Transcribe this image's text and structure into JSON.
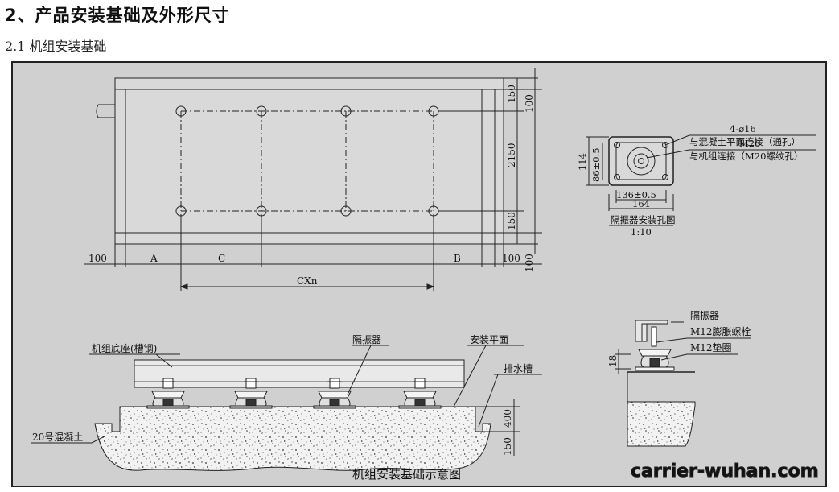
{
  "heading": "2、产品安装基础及外形尺寸",
  "subheading": "2.1 机组安装基础",
  "plan_view": {
    "dims_top": [
      "100",
      "A",
      "C",
      "B",
      "100"
    ],
    "dim_total": "CXn",
    "dims_right": [
      "150",
      "2150",
      "150"
    ],
    "dim_right_outer_top": "100",
    "dim_right_outer_bottom": "100"
  },
  "isolator_detail": {
    "hole_spec": "4-⌀16",
    "hole_desc": "与混凝土平面连接（通孔）",
    "bolt_spec": "M20",
    "bolt_desc": "与机组连接（M20螺纹孔）",
    "dim_height_outer": "114",
    "dim_height_inner": "86±0.5",
    "dim_width_inner": "136±0.5",
    "dim_width_outer": "164",
    "title": "隔振器安装孔图",
    "scale": "1:10"
  },
  "section_view": {
    "label_base": "机组底座(槽钢)",
    "label_isolator": "隔振器",
    "label_surface": "安装平面",
    "label_drain": "排水槽",
    "label_concrete": "20号混凝土",
    "dim_400": "400",
    "dim_150": "150",
    "caption": "机组安装基础示意图"
  },
  "bolt_detail": {
    "label_isolator": "隔振器",
    "label_bolt": "M12膨胀螺栓",
    "label_washer": "M12垫圈",
    "dim": "18"
  },
  "watermark": "carrier-wuhan.com"
}
